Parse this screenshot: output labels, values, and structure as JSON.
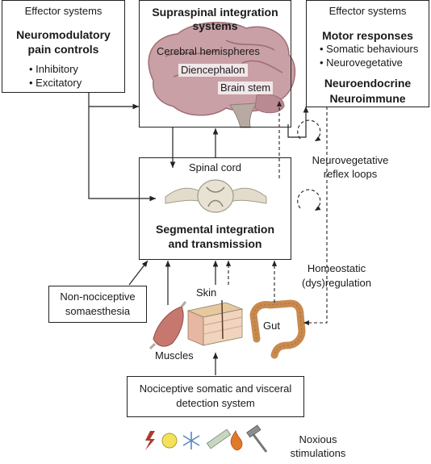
{
  "left_box": {
    "heading": "Effector systems",
    "title_line1": "Neuromodulatory",
    "title_line2": "pain controls",
    "items": [
      "• Inhibitory",
      "• Excitatory"
    ]
  },
  "supraspinal_box": {
    "title_line1": "Supraspinal integration",
    "title_line2": "systems",
    "regions": [
      "Cerebral hemispheres",
      "Diencephalon",
      "Brain stem"
    ]
  },
  "right_box": {
    "heading": "Effector systems",
    "title": "Motor responses",
    "items": [
      "• Somatic behaviours",
      "• Neurovegetative"
    ],
    "extra_line1": "Neuroendocrine",
    "extra_line2": "Neuroimmune"
  },
  "spinal_box": {
    "label": "Spinal cord",
    "title_line1": "Segmental integration",
    "title_line2": "and transmission"
  },
  "loops_label": {
    "line1": "Neurovegetative",
    "line2": "reflex loops"
  },
  "homeostatic_label": {
    "line1": "Homeostatic",
    "line2": "(dys)regulation"
  },
  "non_nociceptive_box": {
    "line1": "Non-nociceptive",
    "line2": "somaesthesia"
  },
  "tissues": {
    "skin": "Skin",
    "muscles": "Muscles",
    "gut": "Gut"
  },
  "detection_box": {
    "line1": "Nociceptive somatic and visceral",
    "line2": "detection system"
  },
  "noxious_label": {
    "line1": "Noxious",
    "line2": "stimulations"
  },
  "stimulus_icons": [
    "electric-stimulus-icon",
    "chemical-stimulus-icon",
    "cold-stimulus-icon",
    "mechanical-probe-icon",
    "heat-stimulus-icon",
    "hammer-icon"
  ],
  "colors": {
    "brain": "#c9a0a6",
    "brain_dark": "#9e6f76",
    "brain_stem": "#b8a9a2",
    "spinal_cord": "#e2dccd",
    "muscle": "#c6786f",
    "skin_top": "#e6c9a0",
    "gut": "#c98a4f"
  }
}
